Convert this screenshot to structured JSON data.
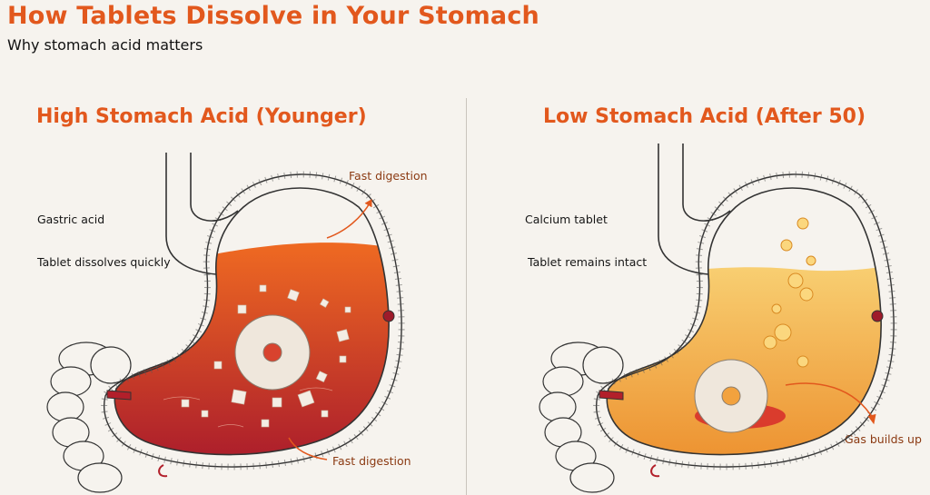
{
  "title": "How Tablets Dissolve in Your Stomach",
  "subtitle": "Why stomach acid matters",
  "colors": {
    "accent": "#e2581d",
    "high_acid_top": "#ef6a22",
    "high_acid_bottom": "#a8192c",
    "low_acid_top": "#f8cf72",
    "low_acid_bottom": "#ec8e2c",
    "background": "#f6f3ee"
  },
  "panels": {
    "left": {
      "heading": "High Stomach Acid (Younger)",
      "label_1": "Gastric acid",
      "label_2": "Tablet dissolves quickly",
      "callout_top": "Fast digestion",
      "callout_bottom": "Fast digestion"
    },
    "right": {
      "heading": "Low Stomach Acid (After 50)",
      "label_1": "Calcium tablet",
      "label_2": "Tablet remains intact",
      "callout": "Gas builds up"
    }
  }
}
